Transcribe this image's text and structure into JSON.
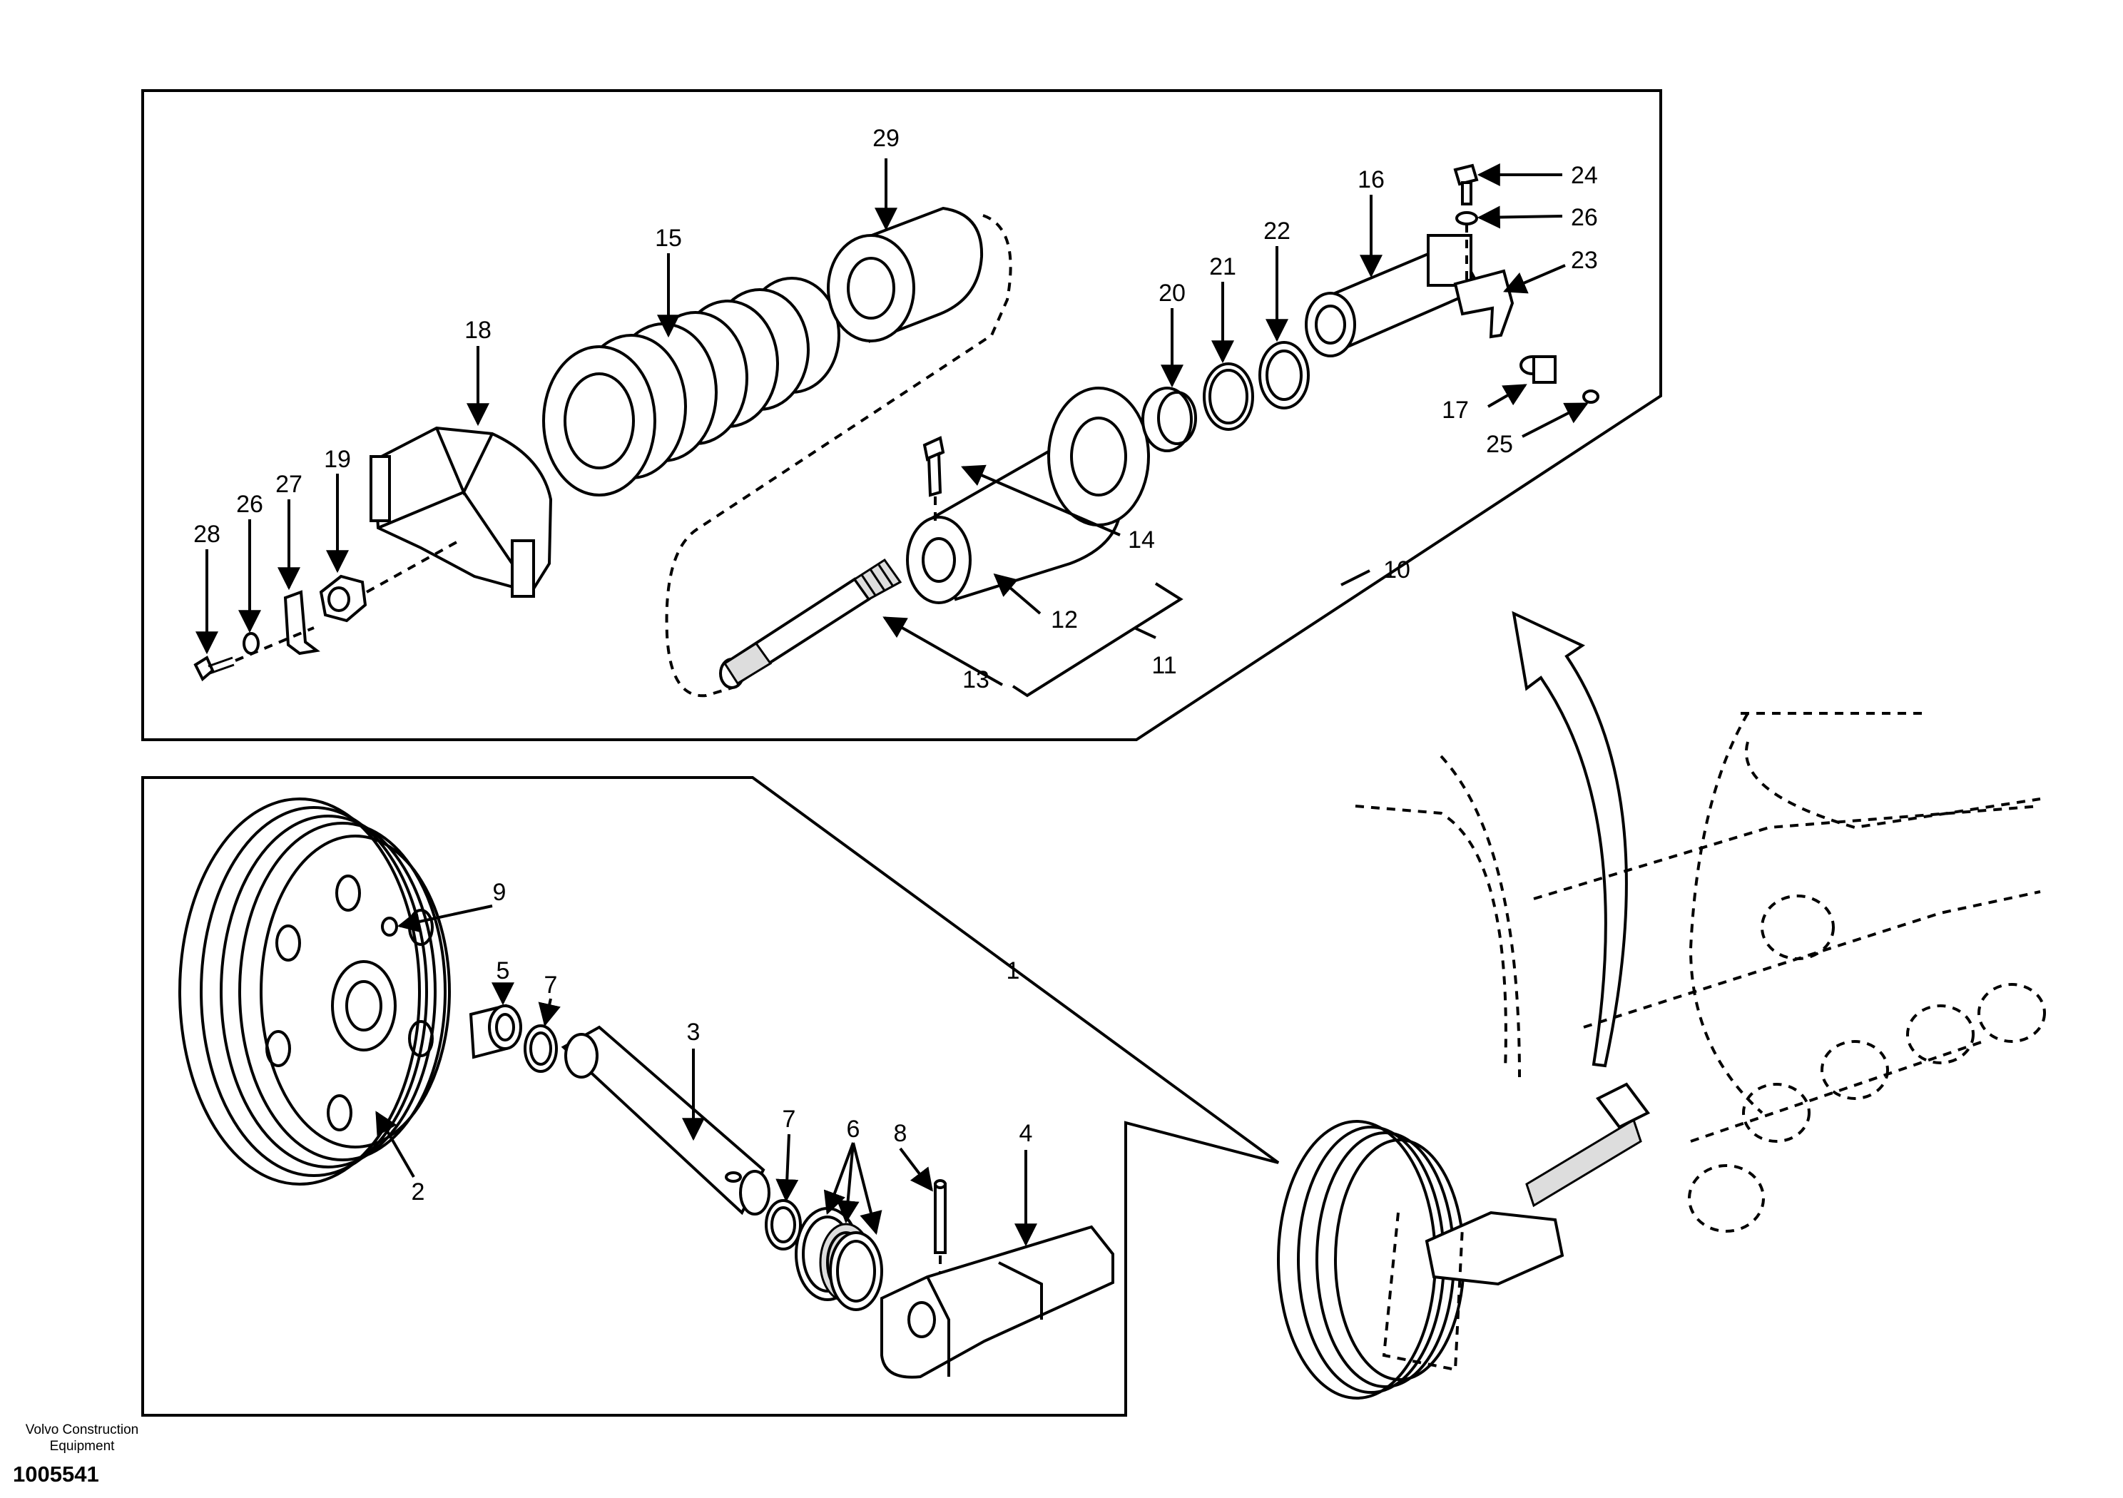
{
  "callouts": {
    "c1": "1",
    "c2": "2",
    "c3": "3",
    "c4": "4",
    "c5": "5",
    "c6": "6",
    "c7a": "7",
    "c7b": "7",
    "c8": "8",
    "c9": "9",
    "c10": "10",
    "c11": "11",
    "c12": "12",
    "c13": "13",
    "c14": "14",
    "c15": "15",
    "c16": "16",
    "c17": "17",
    "c18": "18",
    "c19": "19",
    "c20": "20",
    "c21": "21",
    "c22": "22",
    "c23": "23",
    "c24": "24",
    "c25": "25",
    "c26a": "26",
    "c26b": "26",
    "c27": "27",
    "c28": "28",
    "c29": "29"
  },
  "footer": {
    "company": "Volvo Construction Equipment",
    "doc_number": "1005541"
  }
}
